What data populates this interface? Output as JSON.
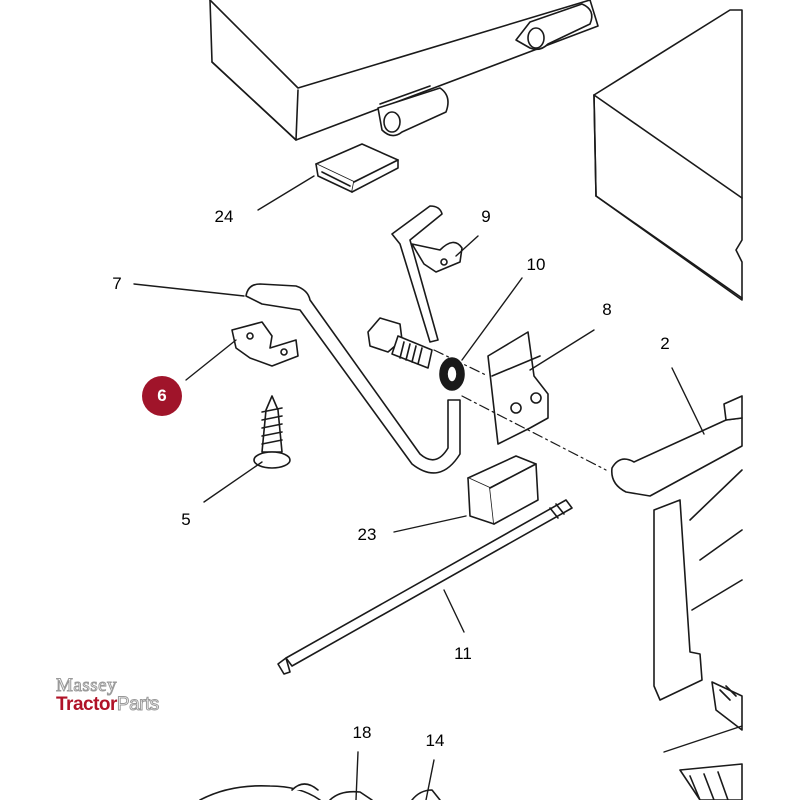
{
  "callouts": [
    {
      "key": "c24",
      "number": "24",
      "highlighted": false
    },
    {
      "key": "c9",
      "number": "9",
      "highlighted": false
    },
    {
      "key": "c10",
      "number": "10",
      "highlighted": false
    },
    {
      "key": "c7",
      "number": "7",
      "highlighted": false
    },
    {
      "key": "c8",
      "number": "8",
      "highlighted": false
    },
    {
      "key": "c2",
      "number": "2",
      "highlighted": false
    },
    {
      "key": "c6",
      "number": "6",
      "highlighted": true
    },
    {
      "key": "c5",
      "number": "5",
      "highlighted": false
    },
    {
      "key": "c23",
      "number": "23",
      "highlighted": false
    },
    {
      "key": "c11",
      "number": "11",
      "highlighted": false
    },
    {
      "key": "c18",
      "number": "18",
      "highlighted": false
    },
    {
      "key": "c14",
      "number": "14",
      "highlighted": false
    }
  ],
  "watermark": {
    "line1": "Massey",
    "line2a": "Tractor",
    "line2b": "Parts"
  },
  "colors": {
    "line": "#1a1a1a",
    "callout_bg": "#f1eeee",
    "callout_text": "#8c1d2c",
    "highlight_bg": "#a0142a",
    "brand_red": "#b01227"
  }
}
